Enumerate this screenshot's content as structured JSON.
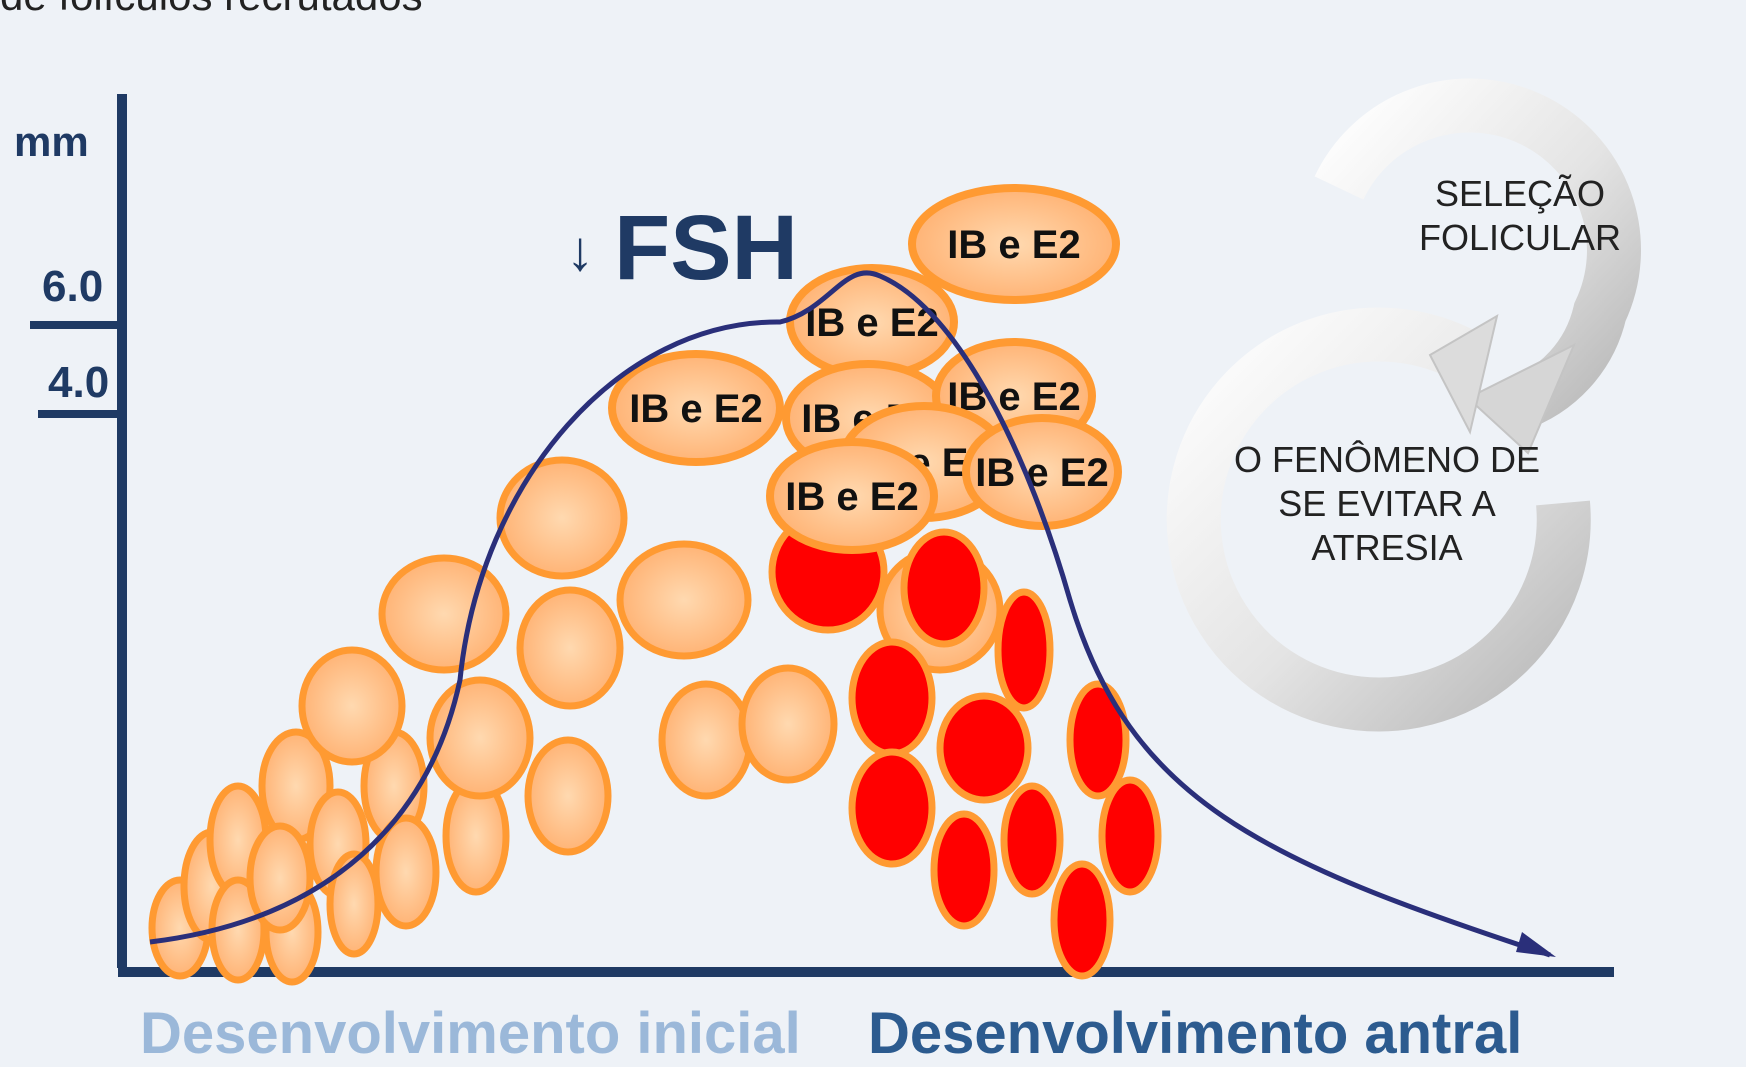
{
  "header": {
    "caption": "de folículos recrutados"
  },
  "axis": {
    "unit": "mm",
    "tick_upper": "6.0",
    "tick_lower": "4.0",
    "x_label_left": "Desenvolvimento inicial",
    "x_label_right": "Desenvolvimento antral"
  },
  "hormone": {
    "arrow": "↓",
    "label": "FSH"
  },
  "follicle_label": "IB e E2",
  "cycle": {
    "top_text": "SELEÇÃO FOLICULAR",
    "bottom_text": "O FENÔMENO DE SE EVITAR A ATRESIA"
  },
  "colors": {
    "axis": "#1f3a64",
    "curve": "#2a2f7a",
    "follicle_fill": "#ffc88f",
    "follicle_stroke": "#ff9a32",
    "atretic_fill": "#ff0000",
    "label_left": "#9bb8d9",
    "label_right": "#2c5b8f"
  }
}
